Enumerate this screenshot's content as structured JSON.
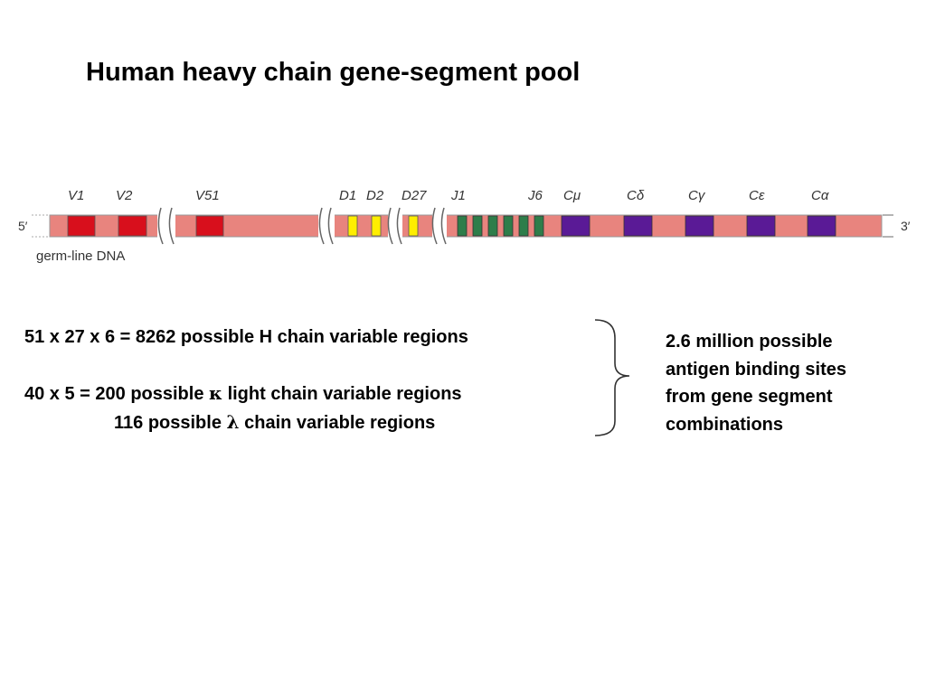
{
  "title": "Human heavy chain gene-segment pool",
  "diagram": {
    "end_5": "5′",
    "end_3": "3′",
    "dna_label": "germ-line DNA",
    "segment_labels": {
      "v1": "V1",
      "v2": "V2",
      "v51": "V51",
      "d1": "D1",
      "d2": "D2",
      "d27": "D27",
      "j1": "J1",
      "j6": "J6",
      "c_mu": "Cμ",
      "c_delta": "Cδ",
      "c_gamma": "Cγ",
      "c_epsilon": "Cε",
      "c_alpha": "Cα"
    },
    "colors": {
      "strand": "#e8847e",
      "v_segment": "#d80f1c",
      "d_segment": "#ffee00",
      "j_segment": "#2e7d4a",
      "c_segment": "#5a1a96"
    }
  },
  "calculations": {
    "heavy": {
      "text": "51 x 27 x 6 = 8262 possible H chain variable regions"
    },
    "kappa": {
      "prefix": "40 x 5 = 200 possible ",
      "symbol": "κ",
      "suffix": " light chain variable regions"
    },
    "lambda": {
      "prefix": "116 possible ",
      "symbol": "λ",
      "suffix": " chain variable regions"
    }
  },
  "result": {
    "lines": [
      "2.6 million possible",
      "antigen binding sites",
      "from gene segment",
      "combinations"
    ]
  }
}
